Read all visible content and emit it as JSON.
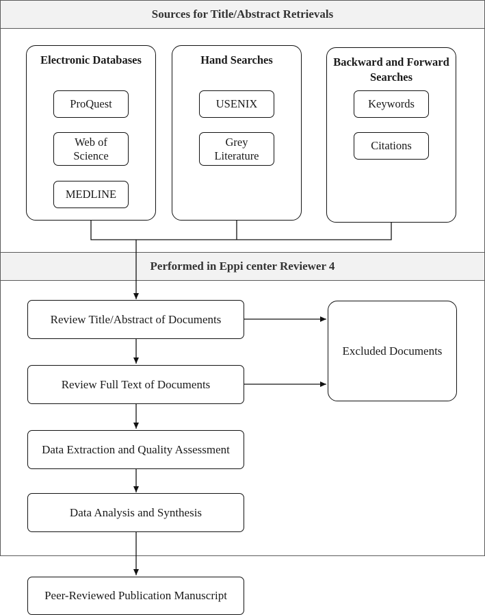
{
  "sources_header": "Sources for Title/Abstract Retrievals",
  "groups": {
    "electronic": {
      "title": "Electronic Databases",
      "items": [
        "ProQuest",
        "Web of Science",
        "MEDLINE"
      ]
    },
    "hand": {
      "title": "Hand Searches",
      "items": [
        "USENIX",
        "Grey Literature"
      ]
    },
    "backward_forward": {
      "title": "Backward and Forward Searches",
      "items": [
        "Keywords",
        "Citations"
      ]
    }
  },
  "eppi_header": "Performed in Eppi center Reviewer 4",
  "steps": [
    "Review Title/Abstract of Documents",
    "Review Full Text of Documents",
    "Data Extraction and Quality Assessment",
    "Data Analysis and Synthesis"
  ],
  "excluded": "Excluded Documents",
  "final": "Peer-Reviewed Publication Manuscript"
}
